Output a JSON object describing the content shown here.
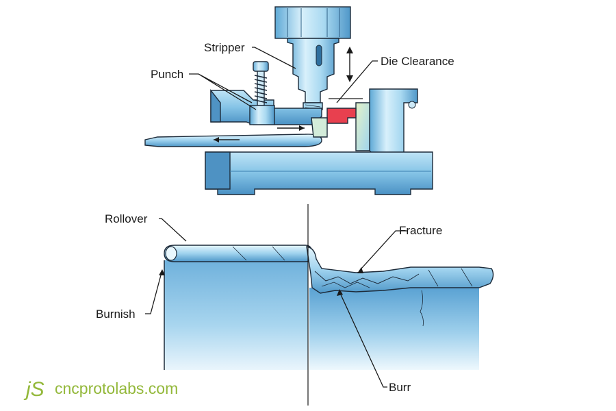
{
  "labels": {
    "stripper": "Stripper",
    "punch": "Punch",
    "die_clearance": "Die Clearance",
    "rollover": "Rollover",
    "fracture": "Fracture",
    "burnish": "Burnish",
    "burr": "Burr"
  },
  "logo": {
    "mark": "jS",
    "site": "cncprotolabs.com"
  },
  "colors": {
    "metal_light": "#d6eef9",
    "metal_mid": "#8fcbea",
    "metal_dark": "#3f8fc3",
    "die_red": "#e8404f",
    "logo_green": "#93b83a"
  }
}
